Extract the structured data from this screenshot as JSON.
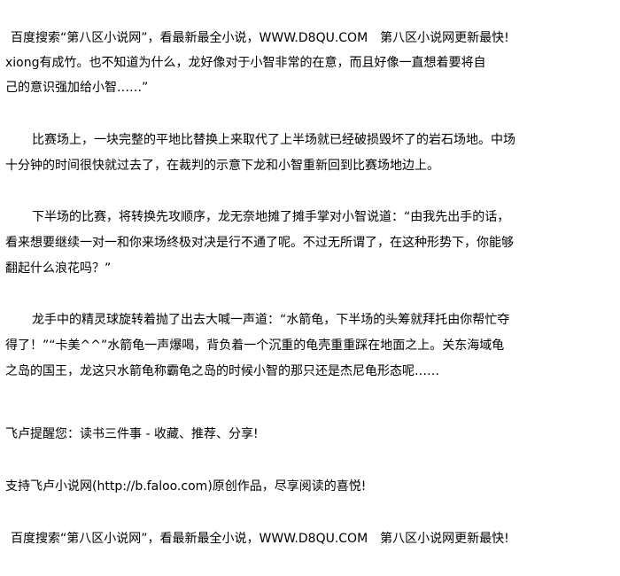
{
  "header_banner": "百度搜索“第八区小说网”，看最新最全小说，WWW.D8QU.COM　第八区小说网更新最快!",
  "paragraphs": [
    {
      "lines": [
        "xiong有成竹。也不知道为什么，龙好像对于小智非常的在意，而且好像一直想着要将自",
        "己的意识强加给小智……”"
      ]
    },
    {
      "lines": [
        "比赛场上，一块完整的平地比替换上来取代了上半场就已经破损毁坏了的岩石场地。中场",
        "十分钟的时间很快就过去了，在裁判的示意下龙和小智重新回到比赛场地边上。"
      ]
    },
    {
      "lines": [
        "下半场的比赛，将转换先攻顺序，龙无奈地摊了摊手掌对小智说道：“由我先出手的话，",
        "看来想要继续一对一和你来场终极对决是行不通了呢。不过无所谓了，在这种形势下，你能够",
        "翻起什么浪花吗？”"
      ]
    },
    {
      "lines": [
        "龙手中的精灵球旋转着抛了出去大喊一声道：“水箭龟，下半场的头筹就拜托由你帮忙夺",
        "得了！”“卡美^^”水箭龟一声爆喝，背负着一个沉重的龟壳重重踩在地面之上。关东海域龟",
        "之岛的国王，龙这只水箭龟称霸龟之岛的时候小智的那只还是杰尼龟形态呢……"
      ]
    }
  ],
  "reminder": "飞卢提醒您：读书三件事 - 收藏、推荐、分享!",
  "support": "支持飞卢小说网(http://b.faloo.com)原创作品，尽享阅读的喜悦!",
  "footer_banner": "百度搜索“第八区小说网”，看最新最全小说，WWW.D8QU.COM　第八区小说网更新最快!"
}
